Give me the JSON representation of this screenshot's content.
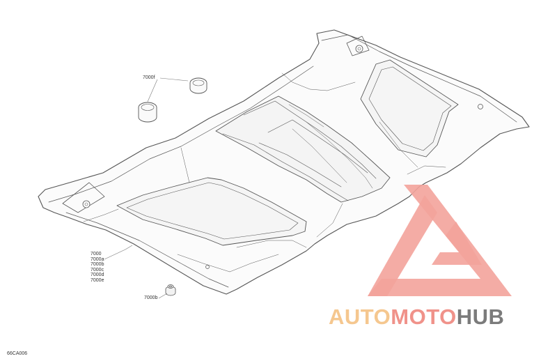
{
  "callouts": {
    "clip": "7000f",
    "assembly": [
      "7000",
      "7000a",
      "7000b",
      "7000c",
      "7000d",
      "7000e"
    ],
    "nut": "7000b"
  },
  "figure_code": "66CA006",
  "watermark": {
    "parts": [
      "AUTO",
      "MOTO",
      "HUB"
    ],
    "colors": [
      "#f5c78f",
      "#f0928a",
      "#7b7b7b"
    ]
  }
}
